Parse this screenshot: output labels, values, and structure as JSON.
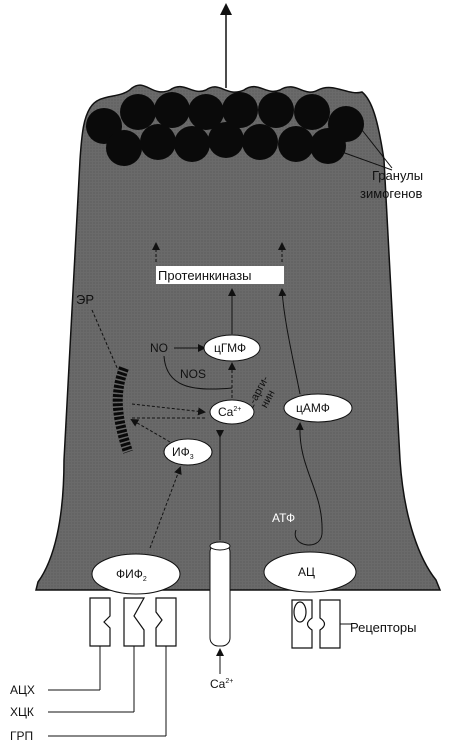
{
  "labels": {
    "granules_line1": "Гранулы",
    "granules_line2": "зимогенов",
    "protein_kinases": "Протеинкиназы",
    "er": "ЭР",
    "no": "NO",
    "nos": "NOS",
    "cgmp": "цГМФ",
    "l_arginine_line1": "L-арги-",
    "l_arginine_line2": "нин",
    "ca": "Ca",
    "ca_sup": "2+",
    "camp": "цАМФ",
    "ip3": "ИФ",
    "ip3_sub": "3",
    "atp": "АТФ",
    "pip2": "ФИФ",
    "pip2_sub": "2",
    "ac": "АЦ",
    "receptors": "Рецепторы",
    "ca_channel": "Ca",
    "ca_channel_sup": "2+",
    "ach": "АЦХ",
    "cck": "ХЦК",
    "grp": "ГРП"
  },
  "colors": {
    "cell": "#6e6e6e",
    "granule": "#0a0a0a",
    "oval": "#ffffff",
    "outline": "#111111"
  }
}
